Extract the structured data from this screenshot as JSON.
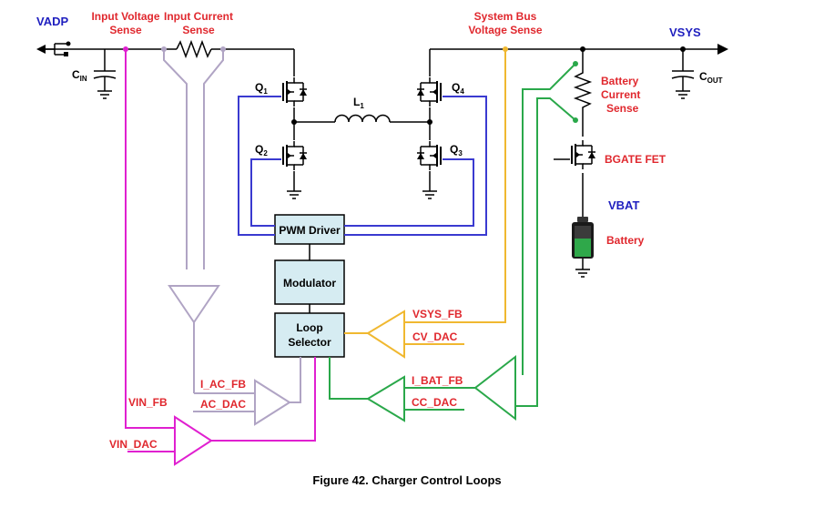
{
  "labels": {
    "vadp": "VADP",
    "input_voltage_sense": [
      "Input Voltage",
      "Sense"
    ],
    "input_current_sense": [
      "Input Current",
      "Sense"
    ],
    "system_bus_voltage_sense": [
      "System Bus",
      "Voltage Sense"
    ],
    "vsys": "VSYS",
    "cin": {
      "main": "C",
      "sub": "IN"
    },
    "cout": {
      "main": "C",
      "sub": "OUT"
    },
    "q1": {
      "main": "Q",
      "sub": "1"
    },
    "q2": {
      "main": "Q",
      "sub": "2"
    },
    "q3": {
      "main": "Q",
      "sub": "3"
    },
    "q4": {
      "main": "Q",
      "sub": "4"
    },
    "l1": {
      "main": "L",
      "sub": "1"
    },
    "battery_current_sense": [
      "Battery",
      "Current",
      "Sense"
    ],
    "bgate_fet": "BGATE FET",
    "vbat": "VBAT",
    "battery": "Battery",
    "vsys_fb": "VSYS_FB",
    "cv_dac": "CV_DAC",
    "i_bat_fb": "I_BAT_FB",
    "cc_dac": "CC_DAC",
    "i_ac_fb": "I_AC_FB",
    "ac_dac": "AC_DAC",
    "vin_fb": "VIN_FB",
    "vin_dac": "VIN_DAC"
  },
  "blocks": {
    "pwm_driver": "PWM Driver",
    "modulator": "Modulator",
    "loop_selector": [
      "Loop",
      "Selector"
    ]
  },
  "caption": "Figure 42. Charger Control Loops",
  "colors": {
    "gate_drive": "#3a3ad0",
    "input_current_loop": "#b0a4c4",
    "input_voltage_loop": "#e020d0",
    "system_voltage_loop": "#f0b830",
    "battery_current_loop": "#2aa84a",
    "block_fill": "#d6ecf2",
    "label_red": "#e0282e",
    "label_blue": "#1f1fbf"
  }
}
